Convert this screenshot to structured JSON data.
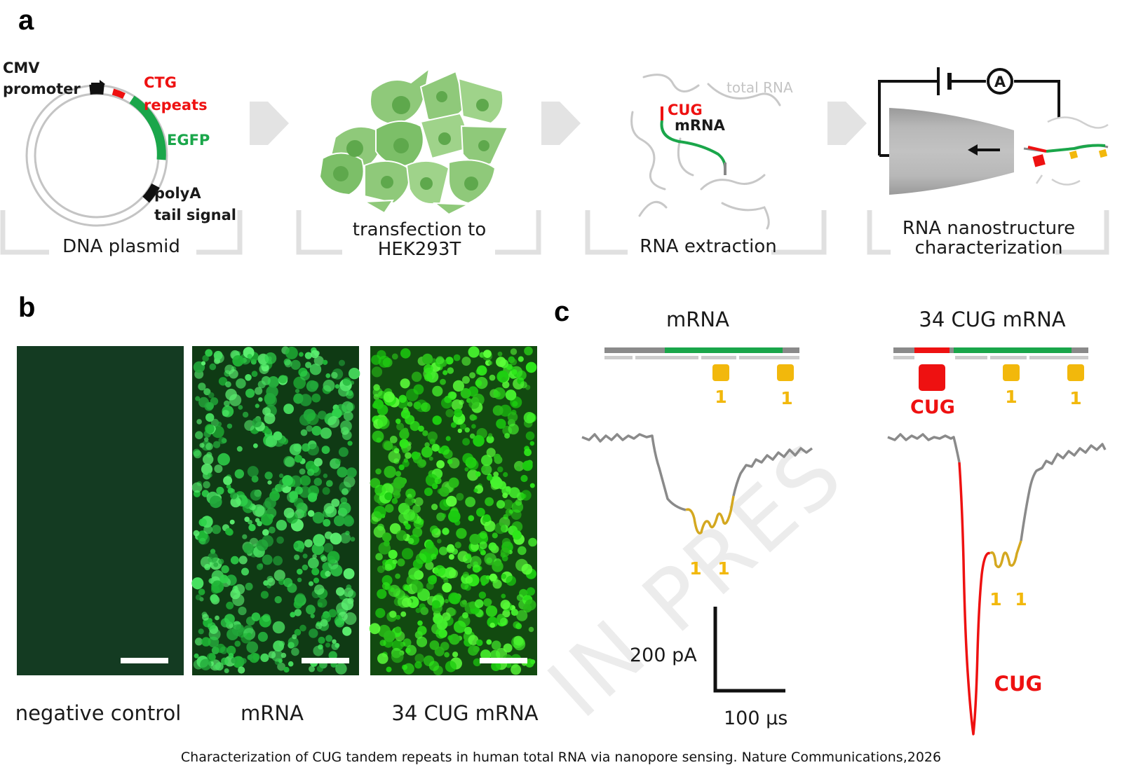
{
  "panels": {
    "a": {
      "letter": "a",
      "plasmid": {
        "cmv_line1": "CMV",
        "cmv_line2": "promoter",
        "ctg_line1": "CTG",
        "ctg_line2": "repeats",
        "egfp": "EGFP",
        "polya_line1": "polyA",
        "polya_line2": "tail signal",
        "caption": "DNA plasmid"
      },
      "transfection": {
        "caption_line1": "transfection to",
        "caption_line2": "HEK293T"
      },
      "extraction": {
        "total_rna": "total RNA",
        "cug": "CUG",
        "mrna": "mRNA",
        "caption": "RNA extraction"
      },
      "nanopore": {
        "ammeter": "A",
        "caption_line1": "RNA nanostructure",
        "caption_line2": "characterization"
      }
    },
    "b": {
      "letter": "b",
      "images": [
        {
          "label": "negative control"
        },
        {
          "label": "mRNA"
        },
        {
          "label": "34 CUG mRNA"
        }
      ]
    },
    "c": {
      "letter": "c",
      "left": {
        "title": "mRNA",
        "marker1": "1",
        "marker2": "1",
        "peak1": "1",
        "peak2": "1"
      },
      "right": {
        "title": "34 CUG mRNA",
        "cug_box": "CUG",
        "marker1": "1",
        "marker2": "1",
        "peak1": "1",
        "peak2": "1",
        "cug_trace": "CUG"
      },
      "scale_current": "200 pA",
      "scale_time": "100 µs"
    }
  },
  "watermark": "IN PRES",
  "caption": "Characterization of CUG tandem repeats in human total RNA via nanopore sensing. Nature Communications,2026",
  "colors": {
    "green": "#1aa64a",
    "red": "#ee1111",
    "yellow": "#f2b80c",
    "gray": "#8a8a8a",
    "cell_green": "#8fc97a"
  }
}
